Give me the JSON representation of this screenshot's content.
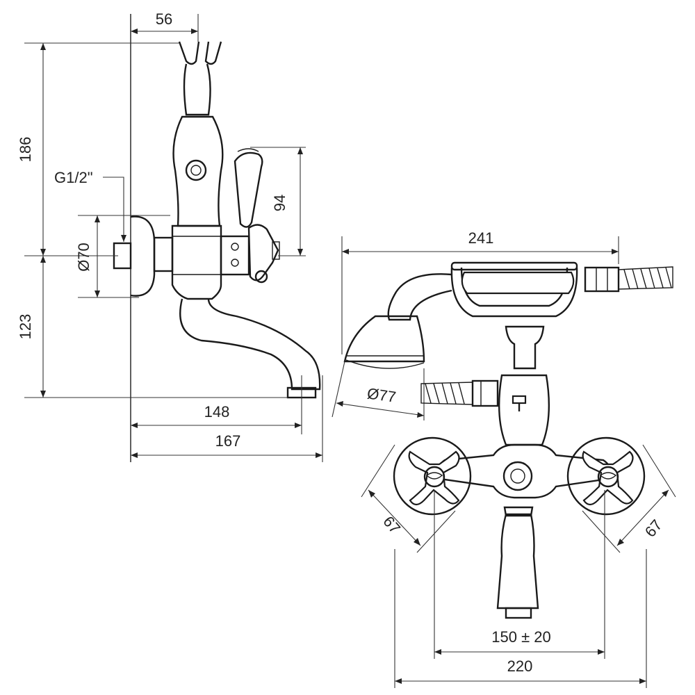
{
  "side_view": {
    "dim_top_width": "56",
    "dim_height_upper": "186",
    "dim_height_lower": "123",
    "dim_diameter": "Ø70",
    "thread_label": "G1/2\"",
    "dim_handle_height": "94",
    "dim_spout_reach": "148",
    "dim_total_depth": "167"
  },
  "front_view": {
    "dim_overall_width": "241",
    "dim_shower_diameter": "Ø77",
    "dim_flange_left": "67",
    "dim_flange_right": "67",
    "dim_center_distance": "150 ± 20",
    "dim_total_width": "220"
  }
}
